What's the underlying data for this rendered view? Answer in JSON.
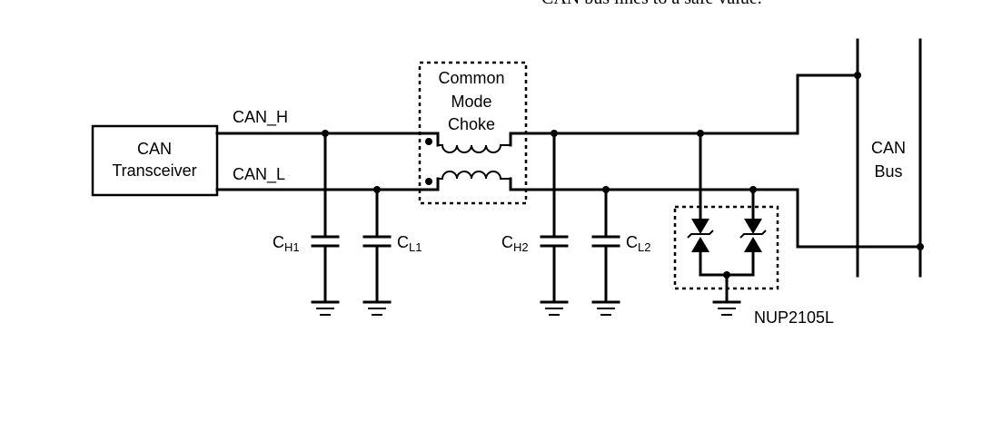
{
  "page_top_text": "CAN bus lines to a safe value.",
  "transceiver": {
    "line1": "CAN",
    "line2": "Transceiver"
  },
  "signals": {
    "can_h": "CAN_H",
    "can_l": "CAN_L"
  },
  "choke": {
    "line1": "Common",
    "line2": "Mode",
    "line3": "Choke"
  },
  "capacitors": {
    "ch1": {
      "main": "C",
      "sub": "H1"
    },
    "cl1": {
      "main": "C",
      "sub": "L1"
    },
    "ch2": {
      "main": "C",
      "sub": "H2"
    },
    "cl2": {
      "main": "C",
      "sub": "L2"
    }
  },
  "tvs_part": "NUP2105L",
  "bus": {
    "line1": "CAN",
    "line2": "Bus"
  }
}
